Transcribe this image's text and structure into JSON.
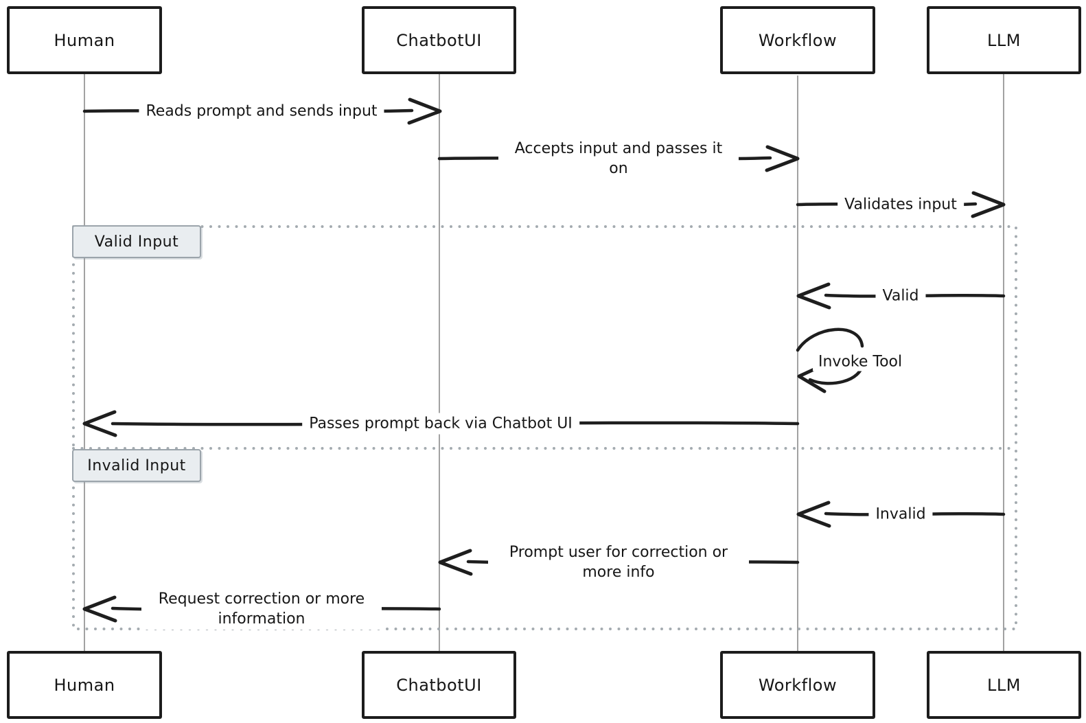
{
  "colors": {
    "ink": "#1e1e1e",
    "lifeline": "#979797",
    "frame_border": "#a4abb0",
    "section_label_bg": "#e9edf0",
    "section_label_border": "#9ba4ab",
    "background": "#ffffff",
    "text": "#161616"
  },
  "diagram_type": "sequence",
  "actors": [
    {
      "id": "human",
      "label": "Human"
    },
    {
      "id": "chatbotui",
      "label": "ChatbotUI"
    },
    {
      "id": "workflow",
      "label": "Workflow"
    },
    {
      "id": "llm",
      "label": "LLM"
    }
  ],
  "frame": {
    "type": "alt",
    "sections": [
      {
        "label": "Valid Input"
      },
      {
        "label": "Invalid Input"
      }
    ]
  },
  "messages": [
    {
      "from": "Human",
      "to": "ChatbotUI",
      "label": "Reads prompt and sends input"
    },
    {
      "from": "ChatbotUI",
      "to": "Workflow",
      "label": "Accepts input and passes it on"
    },
    {
      "from": "Workflow",
      "to": "LLM",
      "label": "Validates input"
    },
    {
      "from": "LLM",
      "to": "Workflow",
      "label": "Valid",
      "section": "Valid Input"
    },
    {
      "from": "Workflow",
      "to": "Workflow",
      "label": "Invoke Tool",
      "self": true,
      "section": "Valid Input"
    },
    {
      "from": "Workflow",
      "to": "Human",
      "label": "Passes prompt back via Chatbot UI",
      "section": "Valid Input"
    },
    {
      "from": "LLM",
      "to": "Workflow",
      "label": "Invalid",
      "section": "Invalid Input"
    },
    {
      "from": "Workflow",
      "to": "ChatbotUI",
      "label": "Prompt user for correction or more info",
      "section": "Invalid Input"
    },
    {
      "from": "ChatbotUI",
      "to": "Human",
      "label": "Request correction or more information",
      "section": "Invalid Input"
    }
  ]
}
